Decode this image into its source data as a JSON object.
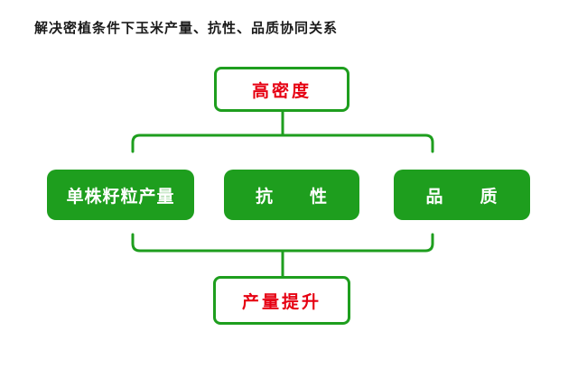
{
  "title": "解决密植条件下玉米产量、抗性、品质协同关系",
  "diagram": {
    "top_node": "高密度",
    "middle_nodes": [
      "单株籽粒产量",
      "抗　　性",
      "品　　质"
    ],
    "bottom_node": "产量提升",
    "colors": {
      "green": "#1e9e1e",
      "red": "#e60012",
      "title": "#1a1a1a"
    }
  }
}
